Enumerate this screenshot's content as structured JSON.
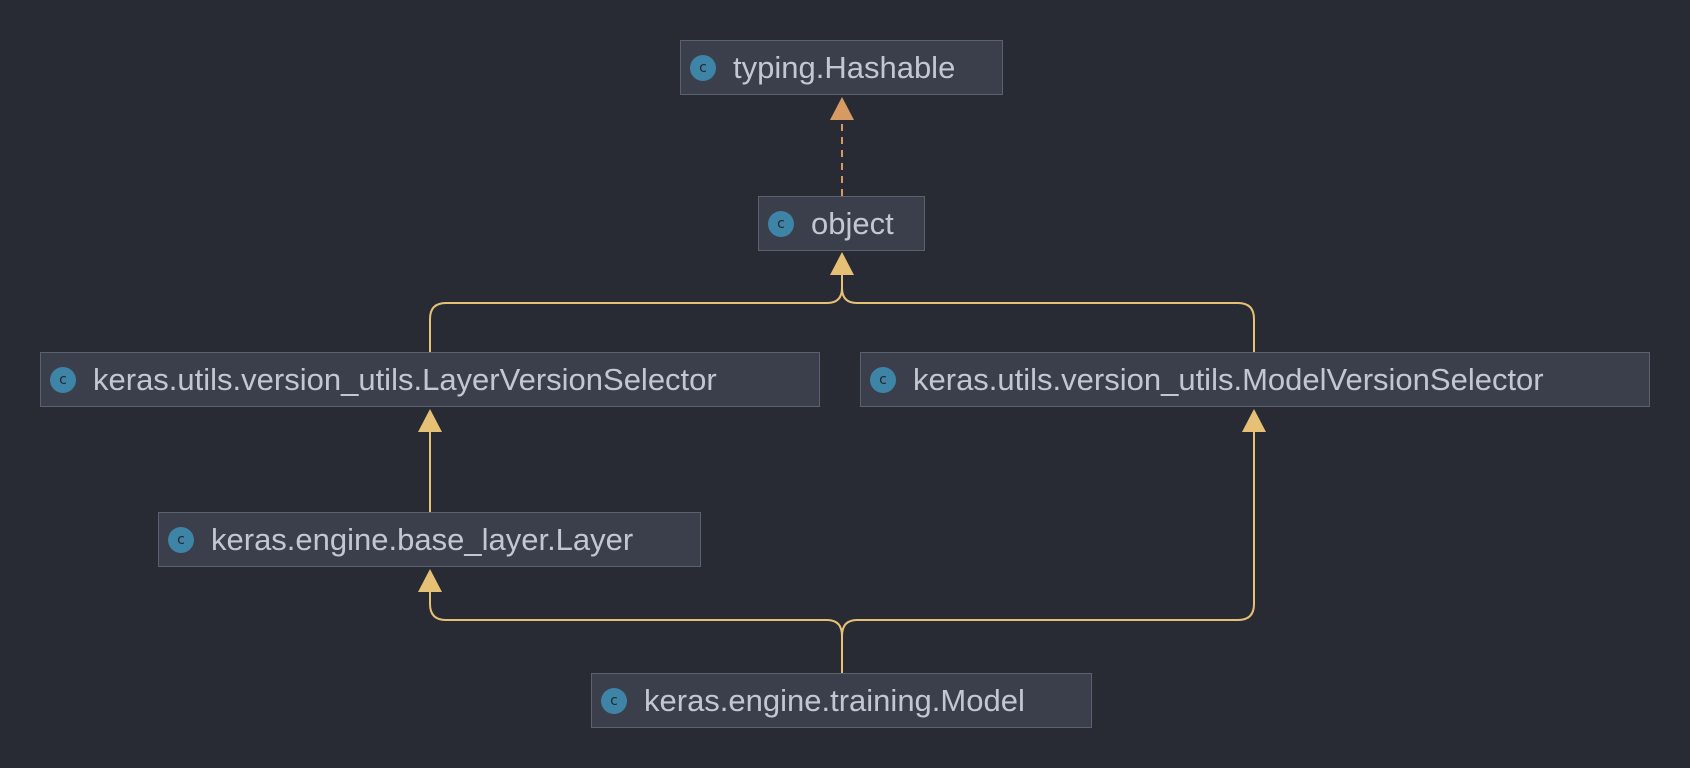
{
  "diagram": {
    "background": "#282b33",
    "node_fill": "#3b3f4b",
    "node_border": "#5c616f",
    "text_color": "#c3c7d2",
    "icon_fill": "#3e84a6",
    "icon_letter_color": "#232830",
    "inherit_edge_color": "#e6c175",
    "implements_edge_color": "#d69a62",
    "icon_letter": "c",
    "nodes": [
      {
        "id": "hashable",
        "label": "typing.Hashable"
      },
      {
        "id": "object",
        "label": "object"
      },
      {
        "id": "layer_version_selector",
        "label": "keras.utils.version_utils.LayerVersionSelector"
      },
      {
        "id": "model_version_selector",
        "label": "keras.utils.version_utils.ModelVersionSelector"
      },
      {
        "id": "base_layer",
        "label": "keras.engine.base_layer.Layer"
      },
      {
        "id": "training_model",
        "label": "keras.engine.training.Model"
      }
    ],
    "edges": [
      {
        "from": "object",
        "to": "hashable",
        "kind": "implements"
      },
      {
        "from": "layer_version_selector",
        "to": "object",
        "kind": "inherits"
      },
      {
        "from": "model_version_selector",
        "to": "object",
        "kind": "inherits"
      },
      {
        "from": "base_layer",
        "to": "layer_version_selector",
        "kind": "inherits"
      },
      {
        "from": "training_model",
        "to": "base_layer",
        "kind": "inherits"
      },
      {
        "from": "training_model",
        "to": "model_version_selector",
        "kind": "inherits"
      }
    ]
  }
}
